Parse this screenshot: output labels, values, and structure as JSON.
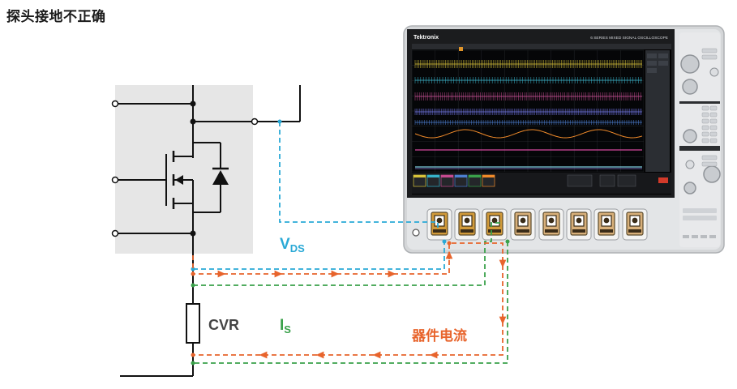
{
  "title": "探头接地不正确",
  "scope": {
    "brand": "Tektronix",
    "model": "6 SERIES  MIXED SIGNAL OSCILLOSCOPE"
  },
  "labels": {
    "vds_main": "V",
    "vds_sub": "DS",
    "cvr": "CVR",
    "is_main": "I",
    "is_sub": "S",
    "device_current": "器件电流"
  },
  "colors": {
    "vds": "#2aa9d6",
    "is": "#3aa14a",
    "device_current": "#e8642c",
    "cvr": "#444444",
    "circuit": "#111111",
    "panel": "#e6e6e6"
  }
}
